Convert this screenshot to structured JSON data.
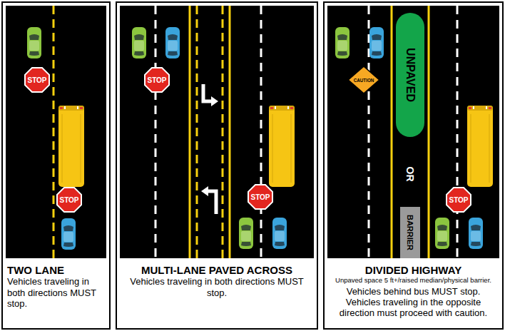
{
  "diagram": {
    "nodes": [
      {
        "text": [
          "TWO LANE",
          "Vehicles traveling in both directions MUST stop."
        ]
      },
      {
        "text": [
          "STOP"
        ],
        "in": 0
      },
      {
        "text": [
          "STOP"
        ],
        "in": 0
      },
      {
        "text": [
          "MULTI-LANE PAVED ACROSS",
          "Vehicles traveling in both directions MUST stop."
        ]
      },
      {
        "text": [
          "STOP"
        ],
        "in": 3
      },
      {
        "text": [
          "STOP"
        ],
        "in": 3
      },
      {
        "text": [
          "DIVIDED HIGHWAY",
          "Unpaved space 5 ft+/raised median/physical barrier.",
          "Vehicles behind bus MUST stop. Vehicles traveling in the opposite direction must proceed with caution."
        ]
      },
      {
        "text": [
          "CAUTION"
        ],
        "in": 6
      },
      {
        "text": [
          "UNPAVED"
        ],
        "in": 6
      },
      {
        "text": [
          "BARRIER"
        ],
        "in": 6
      },
      {
        "text": [
          "STOP"
        ],
        "in": 6
      }
    ],
    "labels": [
      "OR"
    ]
  }
}
